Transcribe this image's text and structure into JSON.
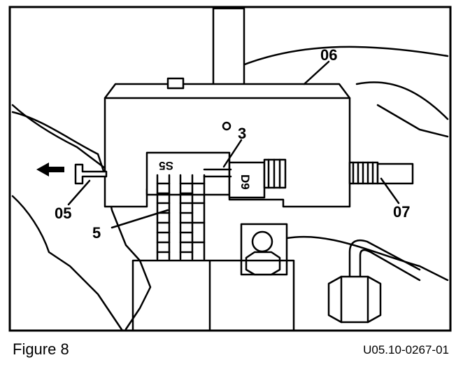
{
  "figure": {
    "callouts": {
      "c06": "06",
      "c3": "3",
      "c05": "05",
      "c5": "5",
      "c07": "07"
    },
    "stamps": {
      "left_stamp": "S5",
      "right_stamp": "D9"
    },
    "caption": "Figure 8",
    "code": "U05.10-0267-01"
  }
}
